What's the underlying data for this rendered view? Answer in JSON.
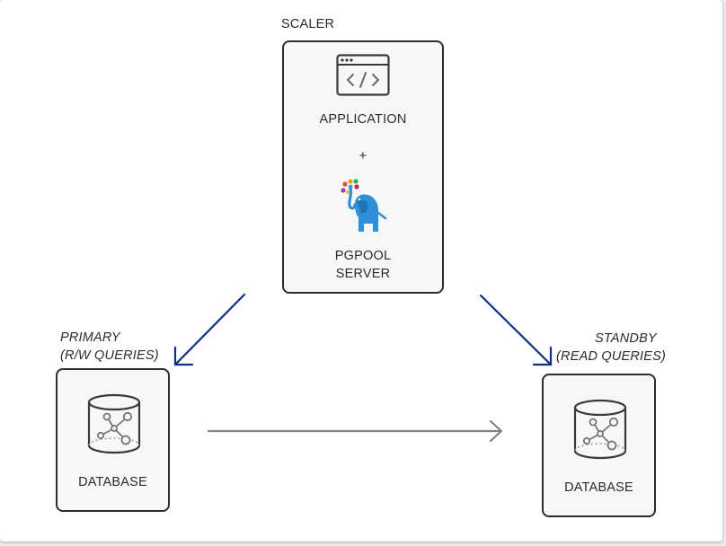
{
  "scaler": {
    "title": "SCALER",
    "app_label": "APPLICATION",
    "plus": "+",
    "server_line1": "PGPOOL",
    "server_line2": "SERVER"
  },
  "primary": {
    "title_line1": "PRIMARY",
    "title_line2": "(R/W QUERIES)",
    "db_label": "DATABASE"
  },
  "standby": {
    "title_line1": "STANDBY",
    "title_line2": "(READ QUERIES)",
    "db_label": "DATABASE"
  },
  "icons": {
    "app": "code-window-icon",
    "pgpool": "elephant-balloons-icon",
    "database": "database-network-icon"
  },
  "colors": {
    "routing_arrow": "#0e2f85",
    "replication_arrow": "#808080",
    "box_border": "#2d2d2d",
    "box_fill": "#f6f7f7"
  }
}
